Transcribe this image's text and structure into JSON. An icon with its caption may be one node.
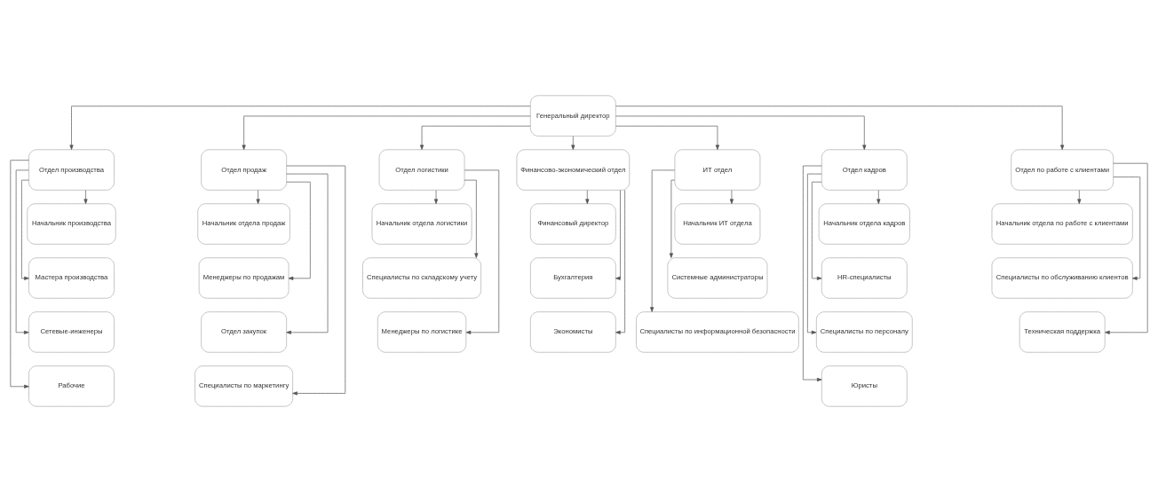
{
  "diagram": {
    "nodes": [
      {
        "text": [
          "Генеральный директор"
        ]
      },
      {
        "text": [
          "Отдел производства"
        ]
      },
      {
        "text": [
          "Начальник производства"
        ]
      },
      {
        "text": [
          "Мастера производства"
        ]
      },
      {
        "text": [
          "Сетевые-инженеры"
        ]
      },
      {
        "text": [
          "Рабочие"
        ]
      },
      {
        "text": [
          "Отдел продаж"
        ]
      },
      {
        "text": [
          "Начальник отдела продаж"
        ]
      },
      {
        "text": [
          "Менеджеры по продажам"
        ]
      },
      {
        "text": [
          "Отдел закупок"
        ]
      },
      {
        "text": [
          "Специалисты по маркетингу"
        ]
      },
      {
        "text": [
          "Отдел логистики"
        ]
      },
      {
        "text": [
          "Начальник отдела логистики"
        ]
      },
      {
        "text": [
          "Специалисты по складскому учету"
        ]
      },
      {
        "text": [
          "Менеджеры по логистике"
        ]
      },
      {
        "text": [
          "Финансово-экономический отдел"
        ]
      },
      {
        "text": [
          "Финансовый директор"
        ]
      },
      {
        "text": [
          "Бухгалтерия"
        ]
      },
      {
        "text": [
          "Экономисты"
        ]
      },
      {
        "text": [
          "ИТ отдел"
        ]
      },
      {
        "text": [
          "Начальник ИТ отдела"
        ]
      },
      {
        "text": [
          "Системные администраторы"
        ]
      },
      {
        "text": [
          "Специалисты по информационной безопасности"
        ]
      },
      {
        "text": [
          "Отдел кадров"
        ]
      },
      {
        "text": [
          "Начальник отдела кадров"
        ]
      },
      {
        "text": [
          "HR-специалисты"
        ]
      },
      {
        "text": [
          "Специалисты по персоналу"
        ]
      },
      {
        "text": [
          "Юристы"
        ]
      },
      {
        "text": [
          "Отдел по работе с клиентами"
        ]
      },
      {
        "text": [
          "Начальник отдела по работе с клиентами"
        ]
      },
      {
        "text": [
          "Специалисты по обслуживанию клиентов"
        ]
      },
      {
        "text": [
          "Техническая поддержка"
        ]
      }
    ],
    "edges": [
      {
        "from": 0,
        "to": 1,
        "arrow": "to"
      },
      {
        "from": 0,
        "to": 6,
        "arrow": "to"
      },
      {
        "from": 0,
        "to": 11,
        "arrow": "to"
      },
      {
        "from": 0,
        "to": 15,
        "arrow": "to"
      },
      {
        "from": 0,
        "to": 19,
        "arrow": "to"
      },
      {
        "from": 0,
        "to": 23,
        "arrow": "to"
      },
      {
        "from": 0,
        "to": 28,
        "arrow": "to"
      },
      {
        "from": 1,
        "to": 2,
        "arrow": "to"
      },
      {
        "from": 1,
        "to": 3,
        "arrow": "to"
      },
      {
        "from": 1,
        "to": 4,
        "arrow": "to"
      },
      {
        "from": 1,
        "to": 5,
        "arrow": "to"
      },
      {
        "from": 6,
        "to": 7,
        "arrow": "to"
      },
      {
        "from": 6,
        "to": 8,
        "arrow": "to"
      },
      {
        "from": 6,
        "to": 9,
        "arrow": "to"
      },
      {
        "from": 6,
        "to": 10,
        "arrow": "to"
      },
      {
        "from": 11,
        "to": 12,
        "arrow": "to"
      },
      {
        "from": 11,
        "to": 13,
        "arrow": "to"
      },
      {
        "from": 11,
        "to": 14,
        "arrow": "to"
      },
      {
        "from": 15,
        "to": 16,
        "arrow": "to"
      },
      {
        "from": 15,
        "to": 17,
        "arrow": "to"
      },
      {
        "from": 15,
        "to": 18,
        "arrow": "to"
      },
      {
        "from": 19,
        "to": 20,
        "arrow": "to"
      },
      {
        "from": 19,
        "to": 21,
        "arrow": "to"
      },
      {
        "from": 19,
        "to": 22,
        "arrow": "to"
      },
      {
        "from": 23,
        "to": 24,
        "arrow": "to"
      },
      {
        "from": 23,
        "to": 25,
        "arrow": "to"
      },
      {
        "from": 23,
        "to": 26,
        "arrow": "to"
      },
      {
        "from": 23,
        "to": 27,
        "arrow": "to"
      },
      {
        "from": 28,
        "to": 29,
        "arrow": "to"
      },
      {
        "from": 28,
        "to": 30,
        "arrow": "to"
      },
      {
        "from": 28,
        "to": 31,
        "arrow": "to"
      }
    ]
  }
}
